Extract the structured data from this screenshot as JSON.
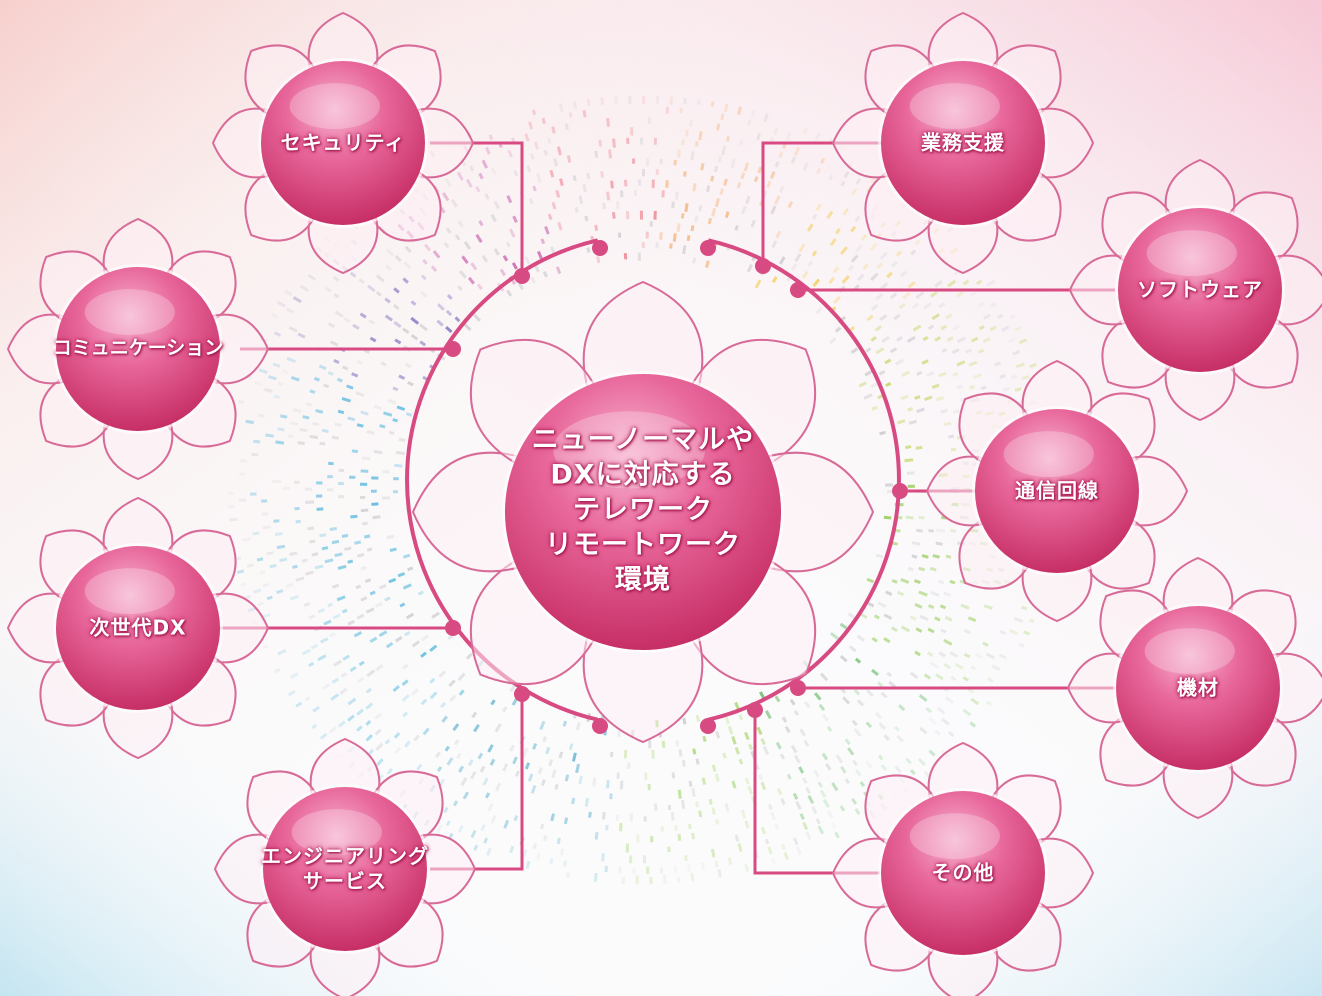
{
  "center": {
    "lines": [
      "ニューノーマルや",
      "DXに対応する",
      "テレワーク",
      "リモートワーク",
      "環境"
    ]
  },
  "nodes": {
    "security": "セキュリティ",
    "communication": "コミュニケーション",
    "next_gen_dx": "次世代DX",
    "engineering": [
      "エンジニアリング",
      "サービス"
    ],
    "business_support": "業務支援",
    "software": "ソフトウェア",
    "network": "通信回線",
    "equipment": "機材",
    "other": "その他"
  },
  "colors": {
    "accent": "#d6457a",
    "line": "#d84a82",
    "petal_stroke": "#d86a98",
    "petal_fill": "#fdeef4"
  }
}
